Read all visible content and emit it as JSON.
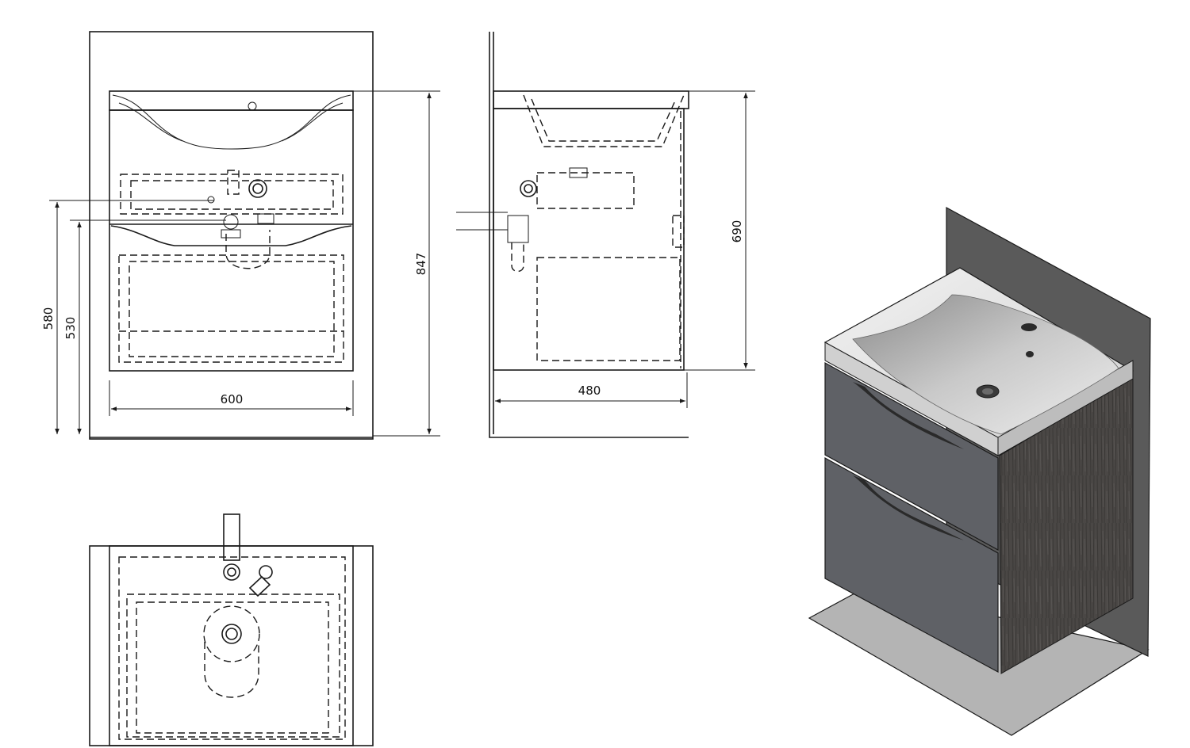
{
  "dimensions": {
    "front_width": "600",
    "front_height_total": "847",
    "front_height_580": "580",
    "front_height_530": "530",
    "side_depth": "480",
    "side_height": "690"
  },
  "colors": {
    "line": "#1a1a1a",
    "wall": "#5a5a5a",
    "floor": "#b4b4b4",
    "cabinet_front": "#5f6166",
    "cabinet_side": "#4a4745",
    "basin": "#e6e6e6"
  }
}
